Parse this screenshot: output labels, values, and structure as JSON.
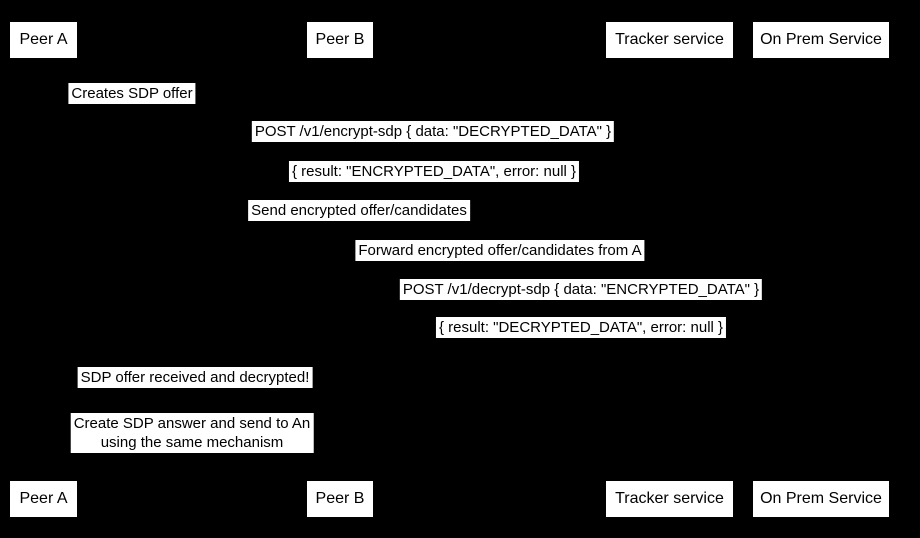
{
  "diagram": {
    "type": "sequence-diagram",
    "background_color": "#000000",
    "box_background_color": "#ffffff",
    "text_color": "#000000"
  },
  "participants": [
    "Peer A",
    "Peer B",
    "Tracker service",
    "On Prem Service"
  ],
  "messages": {
    "creates_offer": "Creates SDP offer",
    "post_encrypt": "POST /v1/encrypt-sdp { data: \"DECRYPTED_DATA\" }",
    "encrypt_result": "{ result: \"ENCRYPTED_DATA\", error: null }",
    "send_encrypted": "Send encrypted offer/candidates",
    "forward_encrypted": "Forward encrypted offer/candidates from A",
    "post_decrypt": "POST /v1/decrypt-sdp { data: \"ENCRYPTED_DATA\" }",
    "decrypt_result": "{ result: \"DECRYPTED_DATA\", error: null }",
    "offer_received": "SDP offer received and decrypted!",
    "create_answer_line1": "Create SDP answer and send to An",
    "create_answer_line2": "using the same mechanism"
  }
}
